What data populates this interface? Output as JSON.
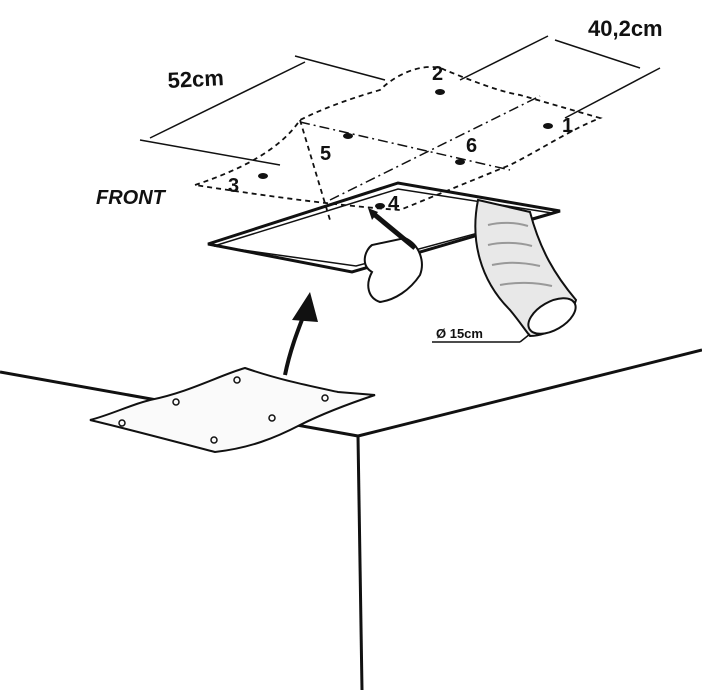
{
  "diagram": {
    "labels": {
      "depth": "52cm",
      "width": "40,2cm",
      "front": "FRONT",
      "duct_diameter": "Ø 15cm"
    },
    "markers": [
      "1",
      "2",
      "3",
      "4",
      "5",
      "6"
    ],
    "colors": {
      "ink": "#111111",
      "paper": "#ffffff",
      "duct": "#e8e8e8"
    }
  }
}
